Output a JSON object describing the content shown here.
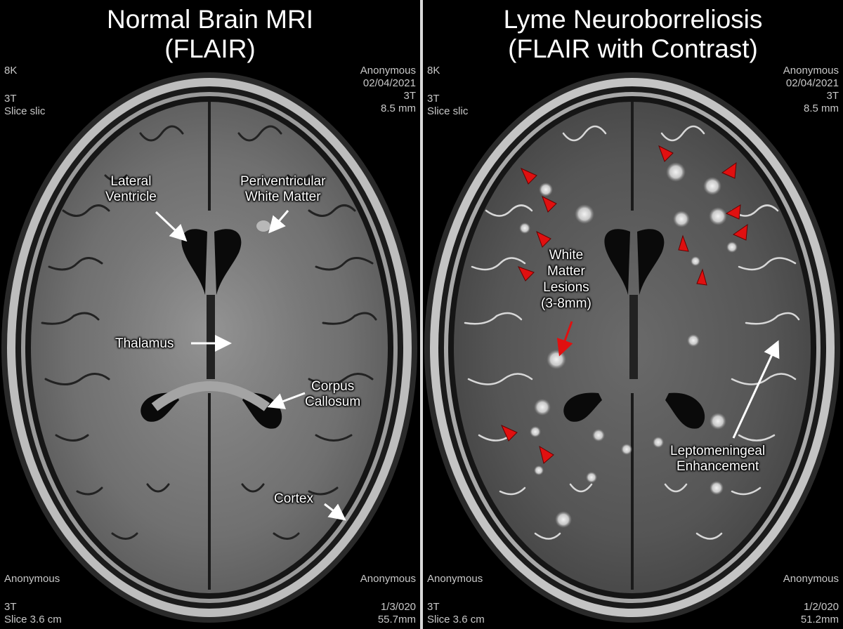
{
  "left": {
    "title_line1": "Normal Brain MRI",
    "title_line2": "(FLAIR)",
    "meta_tl": [
      "8K",
      "3T",
      "Slice slic"
    ],
    "meta_tr": [
      "Anonymous",
      "02/04/2021",
      "3T",
      "8.5 mm"
    ],
    "meta_bl": [
      "Anonymous",
      "3T",
      "Slice 3.6 cm"
    ],
    "meta_br": [
      "Anonymous",
      "1/3/020",
      "55.7mm"
    ],
    "labels": {
      "lateral_ventricle": [
        "Lateral",
        "Ventricle"
      ],
      "periventricular": [
        "Periventricular",
        "White Matter"
      ],
      "thalamus": "Thalamus",
      "corpus_callosum": [
        "Corpus",
        "Callosum"
      ],
      "cortex": "Cortex"
    }
  },
  "right": {
    "title_line1": "Lyme Neuroborreliosis",
    "title_line2": "(FLAIR with Contrast)",
    "meta_tl": [
      "8K",
      "3T",
      "Slice slic"
    ],
    "meta_tr": [
      "Anonymous",
      "02/04/2021",
      "3T",
      "8.5 mm"
    ],
    "meta_bl": [
      "Anonymous",
      "3T",
      "Slice 3.6 cm"
    ],
    "meta_br": [
      "Anonymous",
      "1/2/020",
      "51.2mm"
    ],
    "labels": {
      "lesions": [
        "White",
        "Matter",
        "Lesions",
        "(3-8mm)"
      ],
      "leptomeningeal": [
        "Leptomeningeal",
        "Enhancement"
      ]
    }
  },
  "colors": {
    "annotation_arrow": "#ffffff",
    "lesion_marker": "#e01010",
    "divider": "#d8d8d8"
  }
}
